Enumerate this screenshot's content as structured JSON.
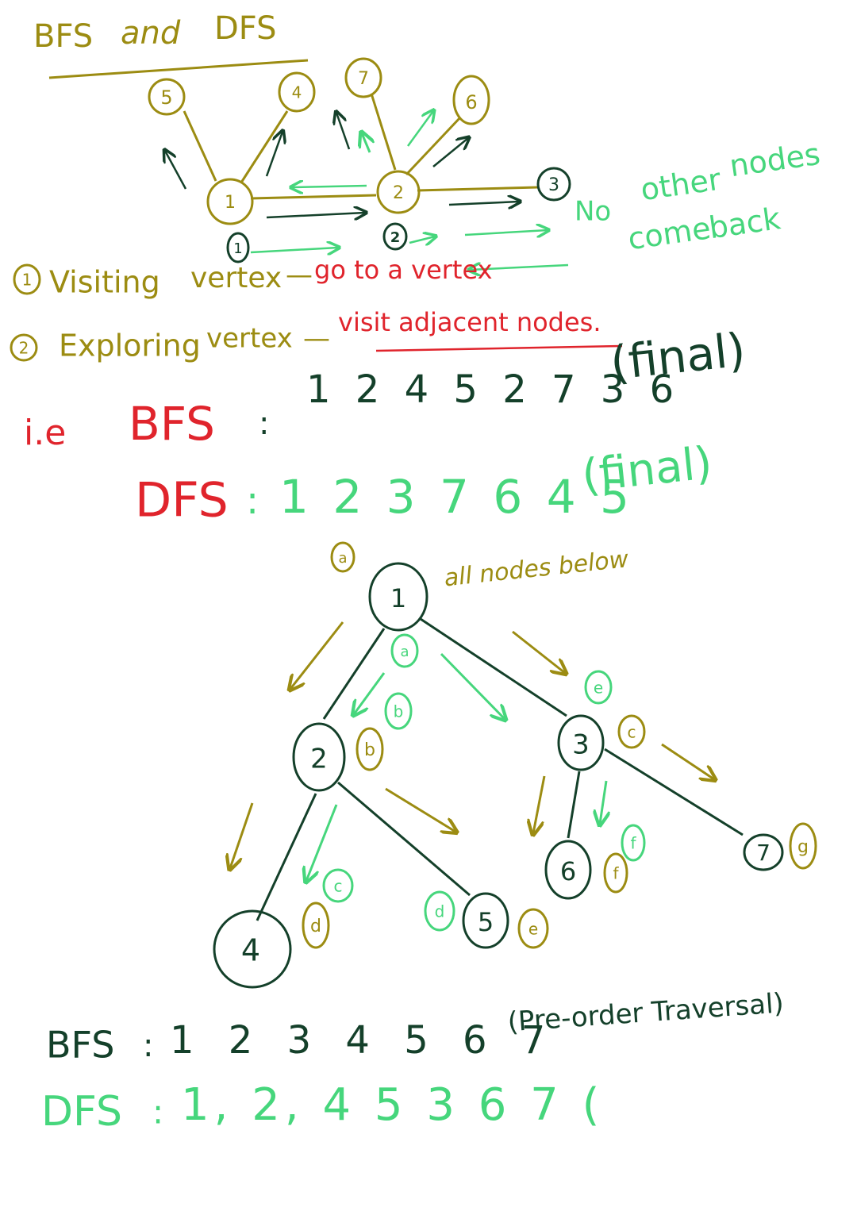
{
  "title": {
    "bfs_word": "BFS",
    "and_word": "and",
    "dfs_word": "DFS"
  },
  "colors": {
    "olive": "#9c8c12",
    "green": "#46d67c",
    "dark": "#14402a",
    "red": "#e0242c"
  },
  "graph1": {
    "nodes": [
      "5",
      "4",
      "7",
      "6",
      "1",
      "2",
      "3"
    ],
    "marker_1": "1",
    "marker_2": "2",
    "note": [
      "No",
      "other",
      "nodes",
      "come",
      "back"
    ]
  },
  "definitions": {
    "item1_num": "1",
    "item1_term": "Visiting",
    "item1_word": "vertex",
    "item1_dash": "—",
    "item1_desc": "go to a vertex",
    "item2_num": "2",
    "item2_term": "Exploring",
    "item2_word": "vertex",
    "item2_dash": "—",
    "item2_desc": "visit adjacent nodes."
  },
  "results1": {
    "ie": "i.e",
    "bfs_label": "BFS",
    "bfs_colon": ":",
    "bfs_seq": "1 2 4 5 2 7 3 6",
    "bfs_note": "(final)",
    "dfs_label": "DFS",
    "dfs_colon": ":",
    "dfs_seq": "1 2 3 7 6 4 5",
    "dfs_note": "(final)"
  },
  "tree": {
    "nodes": [
      "1",
      "2",
      "3",
      "4",
      "5",
      "6",
      "7"
    ],
    "top_tag": "a",
    "top_note": "all nodes below",
    "olive_tags": [
      "b",
      "c",
      "d",
      "e",
      "f",
      "g"
    ],
    "green_tags": [
      "a",
      "b",
      "c",
      "d",
      "e",
      "f"
    ]
  },
  "results2": {
    "bfs_label": "BFS",
    "bfs_colon": ":",
    "bfs_seq": "1 2 3 4 5 6 7",
    "bfs_note": "(Pre-order Traversal)",
    "dfs_label": "DFS",
    "dfs_colon": ":",
    "dfs_seq": "1, 2, 4 5 3 6 7 ("
  }
}
